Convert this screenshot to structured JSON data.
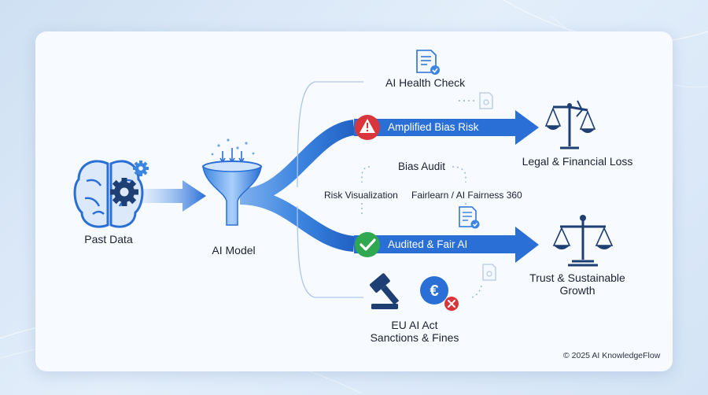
{
  "inputs": {
    "past_data_label": "Past Data"
  },
  "model": {
    "label": "AI Model"
  },
  "top_branch": {
    "check_label": "AI Health Check",
    "arrow_label": "Amplified Bias Risk",
    "outcome_label": "Legal & Financial Loss"
  },
  "middle": {
    "audit_label": "Bias Audit",
    "risk_viz_label": "Risk Visualization",
    "tools_label": "Fairlearn / AI Fairness 360"
  },
  "bottom_branch": {
    "arrow_label": "Audited & Fair AI",
    "outcome_label_line1": "Trust & Sustainable",
    "outcome_label_line2": "Growth",
    "regulation_line1": "EU AI Act",
    "regulation_line2": "Sanctions & Fines"
  },
  "footer": {
    "copyright": "© 2025 AI KnowledgeFlow"
  },
  "colors": {
    "arrow_blue": "#2a6fd6",
    "warning_red": "#d8363a",
    "success_green": "#2fa84f",
    "icon_navy": "#1e3f73",
    "icon_blue": "#3d86e0"
  },
  "icons": [
    "brain-icon",
    "gear-icon",
    "funnel-icon",
    "document-check-icon",
    "warning-icon",
    "scales-icon",
    "check-icon",
    "gavel-icon",
    "euro-icon",
    "cross-icon"
  ]
}
